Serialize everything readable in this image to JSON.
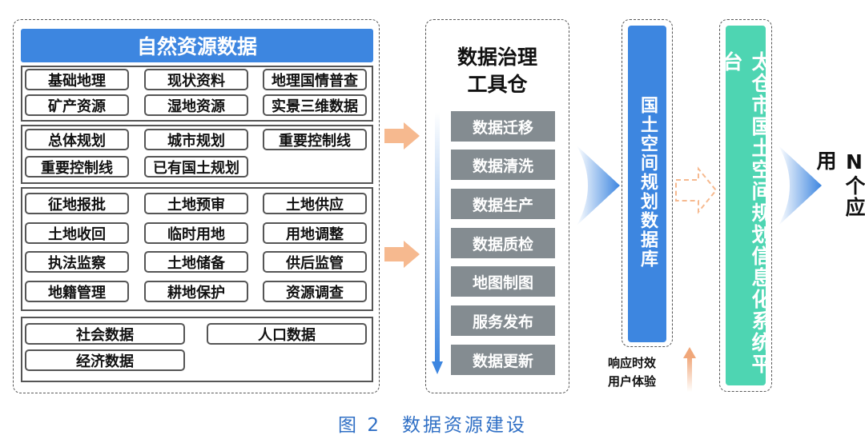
{
  "natural_resources": {
    "title": "自然资源数据",
    "groups": [
      [
        "基础地理",
        "现状资料",
        "地理国情普查",
        "矿产资源",
        "湿地资源",
        "实景三维数据"
      ],
      [
        "总体规划",
        "城市规划",
        "重要控制线",
        "重要控制线",
        "已有国土规划"
      ],
      [
        "征地报批",
        "土地预审",
        "土地供应",
        "土地收回",
        "临时用地",
        "用地调整",
        "执法监察",
        "土地储备",
        "供后监管",
        "地籍管理",
        "耕地保护",
        "资源调查"
      ],
      [
        "社会数据",
        "人口数据",
        "经济数据"
      ]
    ]
  },
  "toolbox": {
    "title_line1": "数据治理",
    "title_line2": "工具仓",
    "steps": [
      "数据迁移",
      "数据清洗",
      "数据生产",
      "数据质检",
      "地图制图",
      "服务发布",
      "数据更新"
    ]
  },
  "database": {
    "label": "国土空间规划数据库"
  },
  "feedback": {
    "line1": "响应时效",
    "line2": "用户体验"
  },
  "platform": {
    "label": "太仓市国土空间规划信息化系统平台"
  },
  "apps": {
    "label": "N个应用"
  },
  "caption": {
    "label": "图 2　数据资源建设"
  },
  "colors": {
    "blue": "#3d86e0",
    "green": "#4ed5b2",
    "gray": "#848c91",
    "orange": "#f6b98f",
    "caption": "#2f6fc5"
  }
}
